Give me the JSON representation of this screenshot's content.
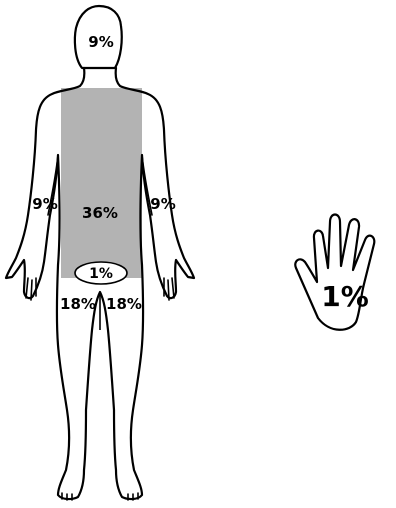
{
  "diagram": {
    "labels": {
      "head": "9%",
      "trunk": "36%",
      "left_arm": "9%",
      "right_arm": "9%",
      "perineum": "1%",
      "left_leg": "18%",
      "right_leg": "18%",
      "palm": "1%"
    },
    "colors": {
      "trunk_fill": "#b3b3b3",
      "outline": "#000000",
      "background": "#ffffff"
    }
  }
}
